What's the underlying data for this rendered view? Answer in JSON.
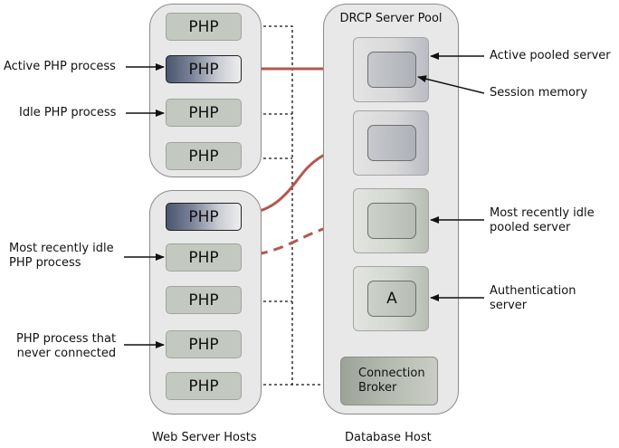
{
  "diagram": {
    "web_tier": {
      "caption": "Web Server Hosts",
      "hosts": [
        {
          "processes": [
            {
              "label": "PHP",
              "state": "idle"
            },
            {
              "label": "PHP",
              "state": "active"
            },
            {
              "label": "PHP",
              "state": "idle"
            },
            {
              "label": "PHP",
              "state": "idle"
            }
          ]
        },
        {
          "processes": [
            {
              "label": "PHP",
              "state": "active"
            },
            {
              "label": "PHP",
              "state": "most-recently-idle"
            },
            {
              "label": "PHP",
              "state": "idle"
            },
            {
              "label": "PHP",
              "state": "never-connected"
            },
            {
              "label": "PHP",
              "state": "idle"
            }
          ]
        }
      ]
    },
    "database_tier": {
      "caption": "Database Host",
      "pool_title": "DRCP Server Pool",
      "pooled_servers": [
        {
          "state": "active",
          "memory_label": ""
        },
        {
          "state": "active",
          "memory_label": ""
        },
        {
          "state": "most-recently-idle",
          "memory_label": ""
        },
        {
          "state": "authentication",
          "memory_label": "A"
        }
      ],
      "broker": {
        "line1": "Connection",
        "line2": "Broker"
      }
    },
    "left_annotations": {
      "active_php": "Active PHP process",
      "idle_php": "Idle PHP process",
      "recent_idle_php_1": "Most recently idle",
      "recent_idle_php_2": "PHP process",
      "never_connected_1": "PHP process that",
      "never_connected_2": "never connected"
    },
    "right_annotations": {
      "active_pooled": "Active pooled server",
      "session_memory": "Session memory",
      "recent_idle_pooled_1": "Most recently idle",
      "recent_idle_pooled_2": "pooled server",
      "auth_server_1": "Authentication",
      "auth_server_2": "server"
    },
    "colors": {
      "connection_line": "#b5574b",
      "host_fill": "#e8e8e8",
      "php_idle_fill": "#c3c8c0",
      "php_active_dark": "#4a5670"
    }
  }
}
